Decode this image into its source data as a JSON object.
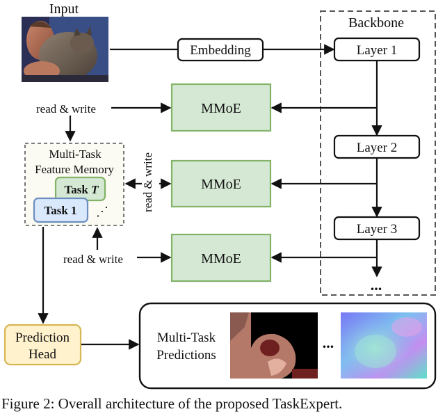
{
  "input_label": "Input",
  "embedding_label": "Embedding",
  "backbone": {
    "title": "Backbone",
    "layers": [
      "Layer 1",
      "Layer 2",
      "Layer 3"
    ],
    "ellipsis": "..."
  },
  "mmoe_label": "MMoE",
  "read_write_label": "read & write",
  "memory": {
    "title_line1": "Multi-Task",
    "title_line2": "Feature Memory",
    "task_last_prefix": "Task ",
    "task_last_var": "T",
    "task_first": "Task 1",
    "dots": "⋰"
  },
  "prediction_head": {
    "line1": "Prediction",
    "line2": "Head"
  },
  "predictions": {
    "line1": "Multi-Task",
    "line2": "Predictions",
    "dots": "..."
  },
  "caption": "Figure 2: Overall architecture of the proposed TaskExpert.",
  "colors": {
    "mmoe_fill": "#d5e8d4",
    "mmoe_stroke": "#82b366",
    "task_t_fill": "#d5e8d4",
    "task_t_stroke": "#82b366",
    "task_1_fill": "#dae8fc",
    "task_1_stroke": "#6c8ebf",
    "head_fill": "#fff2cc",
    "head_stroke": "#d6b656",
    "memory_fill": "#fbfbf3"
  }
}
